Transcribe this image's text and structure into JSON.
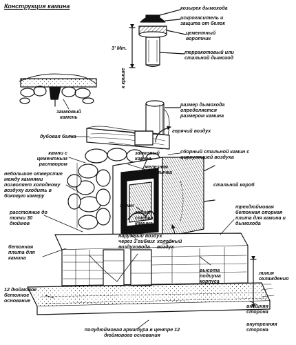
{
  "title": "Конструкция камина",
  "labels": {
    "chimney_cap": "козырек дымохода",
    "spark_arrester": "искрогаситель и защита от белок",
    "cement_collar": "цементный воротник",
    "min_3in": "3' Min.",
    "to_roof": "к крыше",
    "terracotta_flue": "терракотовый или стальной дымоход",
    "keystone_top": "замковый камень",
    "oak_beam": "дубовая балка",
    "flue_size": "размер дымохода определяется размером камина",
    "hot_air": "горячий воздух",
    "stones_mortar": "камни с цементным раствором",
    "keystone_mid": "замковый камень",
    "prefab_insert": "сборный стальной камин с циркуляцией воздуха",
    "iron_lintel": "железная перемычка",
    "gap_note": "небольшое отверстие между камнями позволяет холодному воздуху входить в боковую камеру",
    "steel_box": "стальной короб",
    "screen": "экран",
    "rear_wall": "задняя стенка камина",
    "distance": "расстояние до топки 30 дюймов",
    "outside_air": "наружный воздух через 3 гибких воздуховода",
    "cold_air": "холодный воздух",
    "support_slab": "трехдюймовая бетонная опорная плита для камина и дымохода",
    "concrete_slab": "бетонная плита для камина",
    "podium_height": "высота подиума корпуса",
    "cooling_line": "линия охлаждения",
    "foundation": "12 дюймовое бетонное основание",
    "outer_side": "внешняя сторона",
    "inner_side": "внутренняя сторона",
    "rebar": "полудюймовая арматура в центре 12 дюймового основания"
  }
}
